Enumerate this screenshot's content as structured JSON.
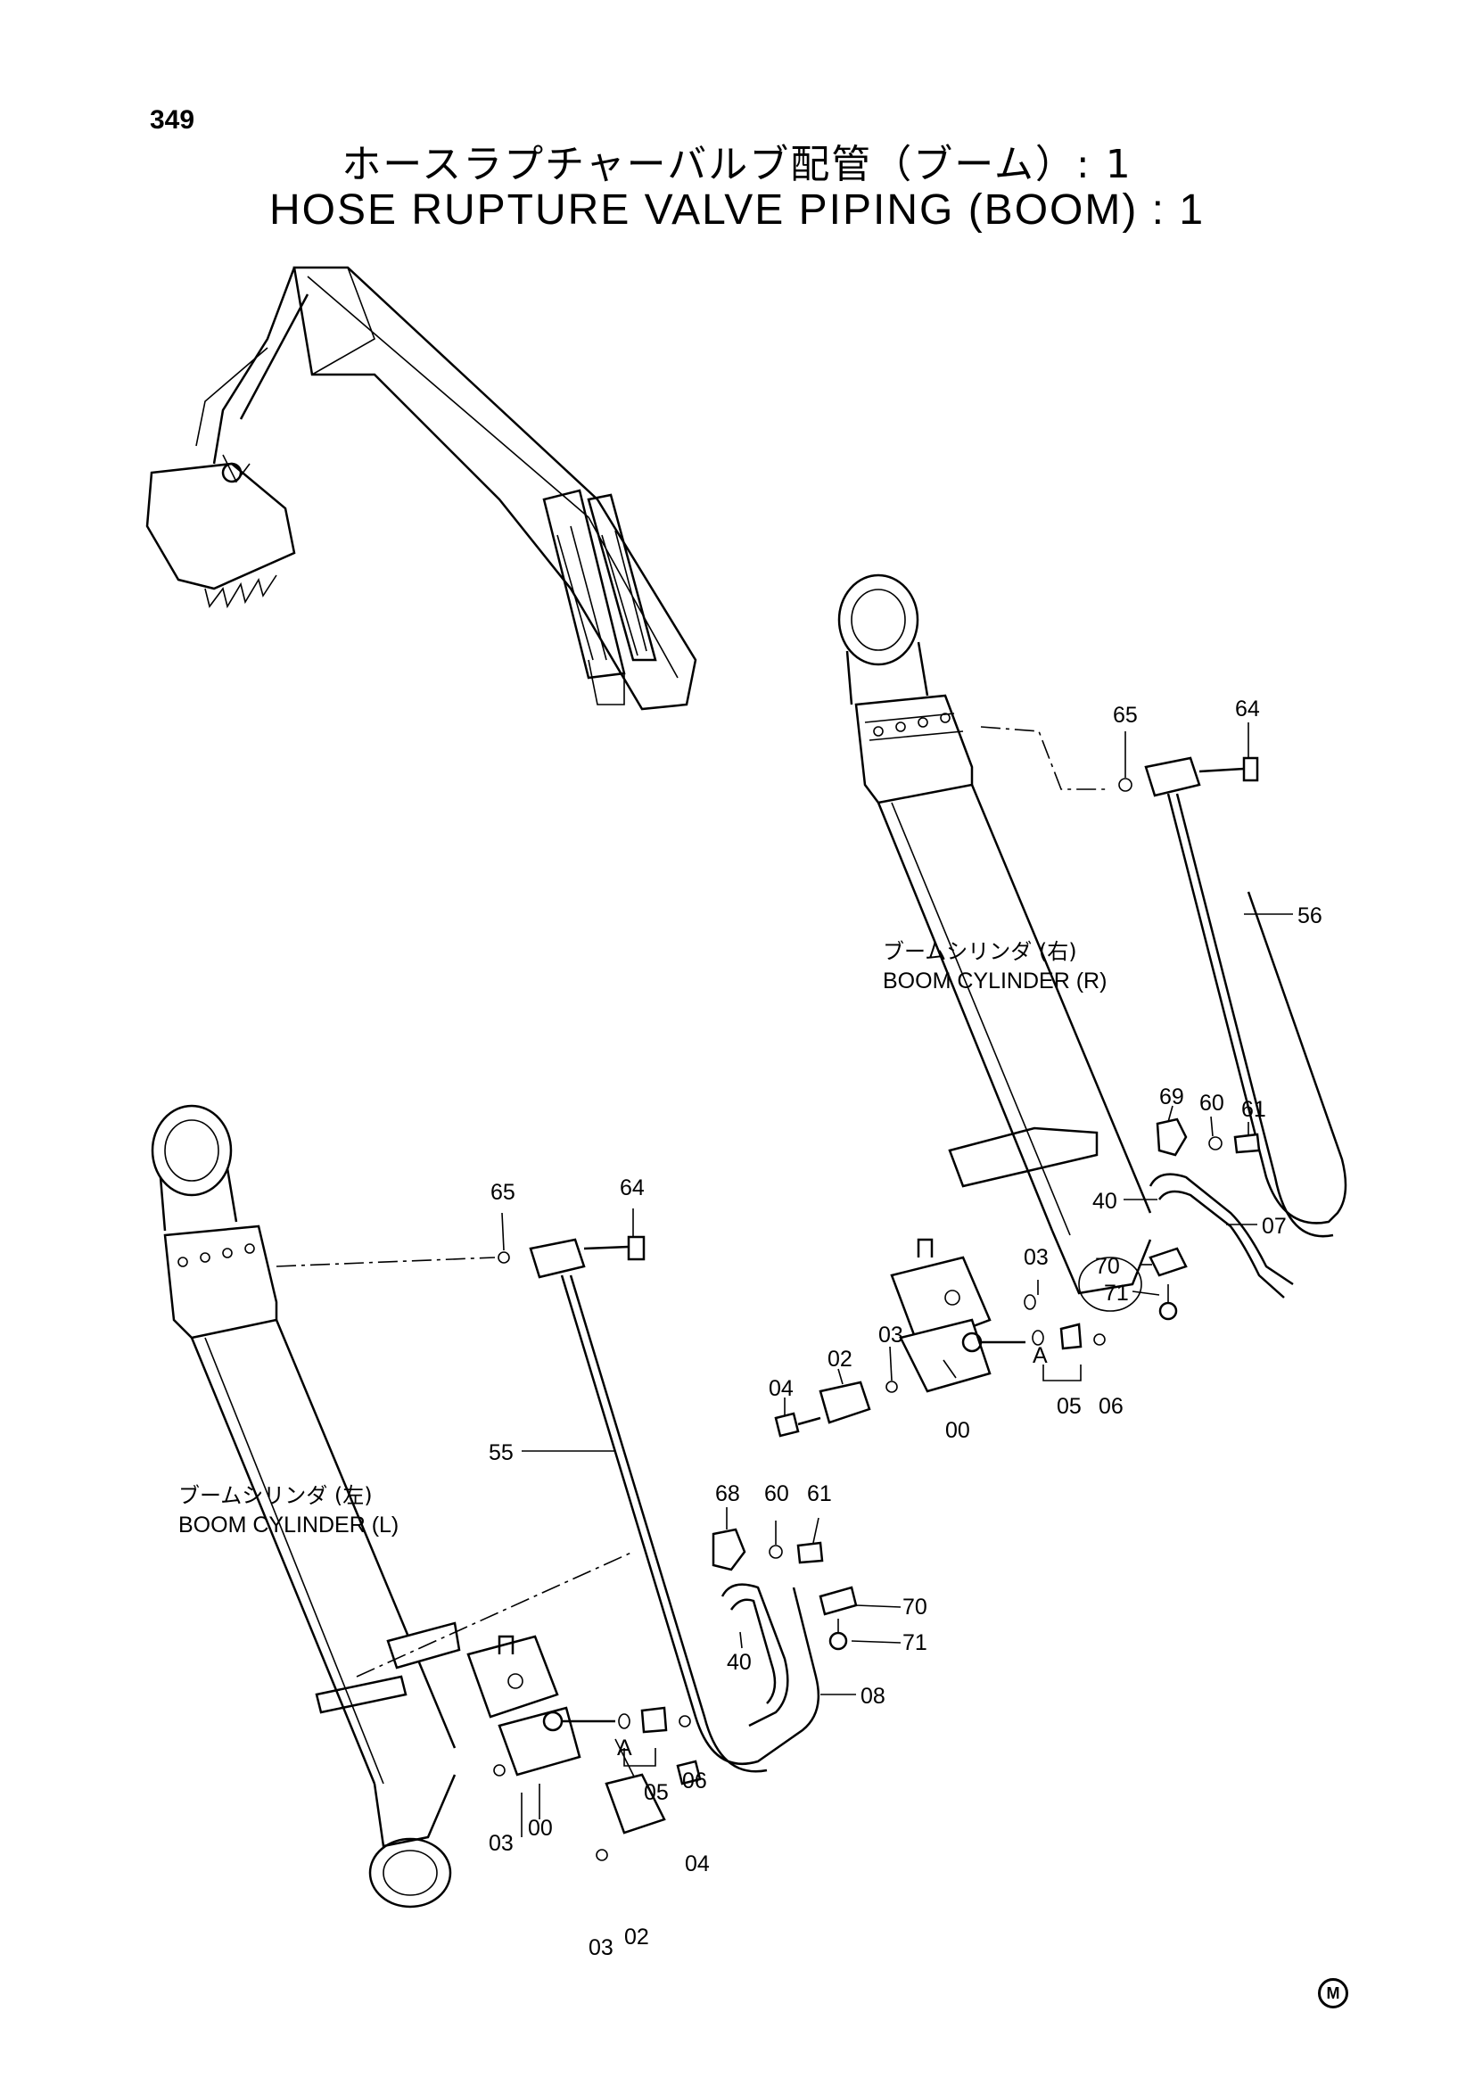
{
  "page_number": "349",
  "title_jp": "ホースラプチャーバルブ配管（ブーム）: 1",
  "title_en": "HOSE RUPTURE VALVE PIPING (BOOM) : 1",
  "cylinder_right": {
    "label_jp": "ブームシリンダ (右)",
    "label_en": "BOOM CYLINDER (R)"
  },
  "cylinder_left": {
    "label_jp": "ブームシリンダ (左)",
    "label_en": "BOOM CYLINDER (L)"
  },
  "right_callouts": {
    "p65": "65",
    "p64": "64",
    "p56": "56",
    "p69": "69",
    "p60": "60",
    "p61": "61",
    "p40": "40",
    "p07": "07",
    "p70": "70",
    "p71": "71",
    "p03a": "03",
    "p03b": "03",
    "p02": "02",
    "p04": "04",
    "p00": "00",
    "p05": "05",
    "p06": "06",
    "pA": "A"
  },
  "left_callouts": {
    "p65": "65",
    "p64": "64",
    "p55": "55",
    "p68": "68",
    "p60": "60",
    "p61": "61",
    "p70": "70",
    "p71": "71",
    "p40": "40",
    "p08": "08",
    "pA": "A",
    "p05": "05",
    "p06": "06",
    "p03a": "03",
    "p00": "00",
    "p04": "04",
    "p03b": "03",
    "p02": "02"
  },
  "corner_mark": "M"
}
